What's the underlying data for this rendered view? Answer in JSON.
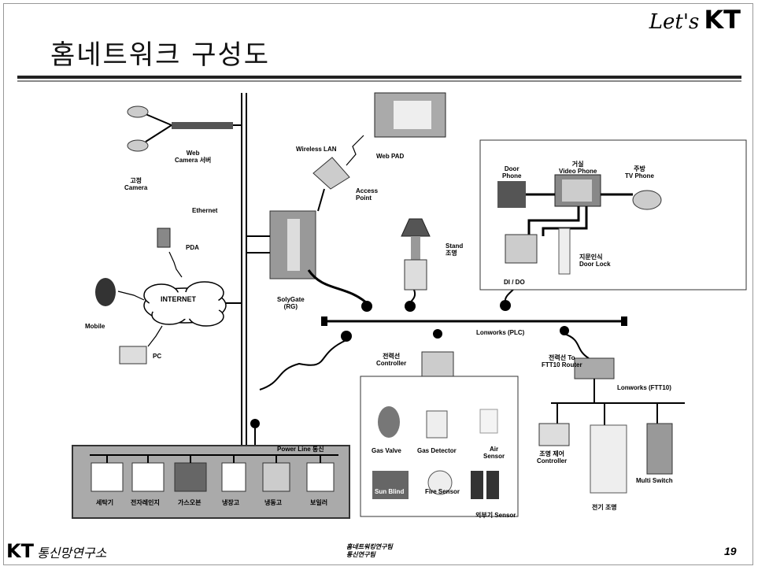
{
  "slide": {
    "title": "홈네트워크 구성도",
    "logo_script": "Let's",
    "logo_brand": "KT",
    "footer_brand": "KT",
    "footer_org": "통신망연구소",
    "footer_center_line1": "홈네트워킹연구팀",
    "footer_center_line2": "통신연구팀",
    "page_number": "19"
  },
  "labels": {
    "web_camera_server": "Web\nCamera 서버",
    "camera": "고정\nCamera",
    "ethernet": "Ethernet",
    "pda": "PDA",
    "internet": "INTERNET",
    "mobile": "Mobile",
    "pc": "PC",
    "wireless_lan": "Wireless LAN",
    "web_pad": "Web PAD",
    "access_point": "Access\nPoint",
    "solygate": "SolyGate\n(RG)",
    "stand": "Stand\n조명",
    "door_phone": "Door\nPhone",
    "video_phone": "거실\nVideo Phone",
    "tv_phone": "주방\nTV Phone",
    "door_lock": "지문인식\nDoor Lock",
    "di_do": "DI / DO",
    "lonworks_plc": "Lonworks (PLC)",
    "controller": "전력선\nController",
    "router": "전력선 To\nFTT10 Router",
    "lonworks_ftt": "Lonworks (FTT10)",
    "gas_valve": "Gas Valve",
    "gas_detector": "Gas Detector",
    "air_sensor": "Air\nSensor",
    "sun_blind": "Sun Blind",
    "fire_sensor": "Fire Sensor",
    "sensor_group": "외부기 Sensor",
    "power_line": "Power Line 통신",
    "light_controller": "조명 제어\nController",
    "light_fixture": "전기 조명",
    "multi_switch": "Multi Switch",
    "app_1": "세탁기",
    "app_2": "전자레인지",
    "app_3": "가스오븐",
    "app_4": "냉장고",
    "app_5": "냉동고",
    "app_6": "보일러"
  }
}
